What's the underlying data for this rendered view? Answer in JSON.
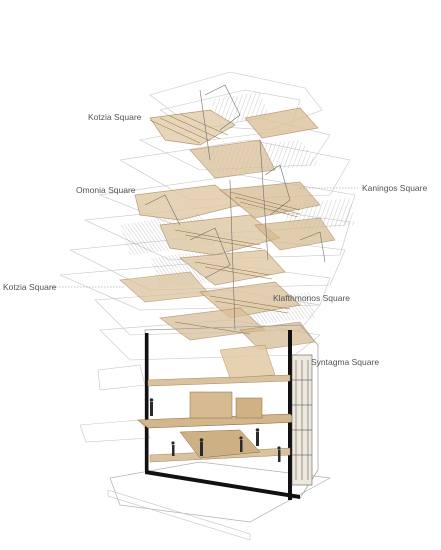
{
  "labels": {
    "kotzia_top": "Kotzia Square",
    "omonia": "Omonia Square",
    "kaningos": "Kaningos Square",
    "kotzia_left": "Kotzia Square",
    "klafthmonos": "Klafthmonos Square",
    "syntagma": "Syntagma Square"
  },
  "colors": {
    "background": "#ffffff",
    "line_gray": "#b8b8b8",
    "line_dark": "#6f6f6f",
    "beige_fill": "#d8c2a0",
    "beige_stroke": "#a8875a",
    "wall_black": "#111111",
    "label_text": "#555555"
  }
}
